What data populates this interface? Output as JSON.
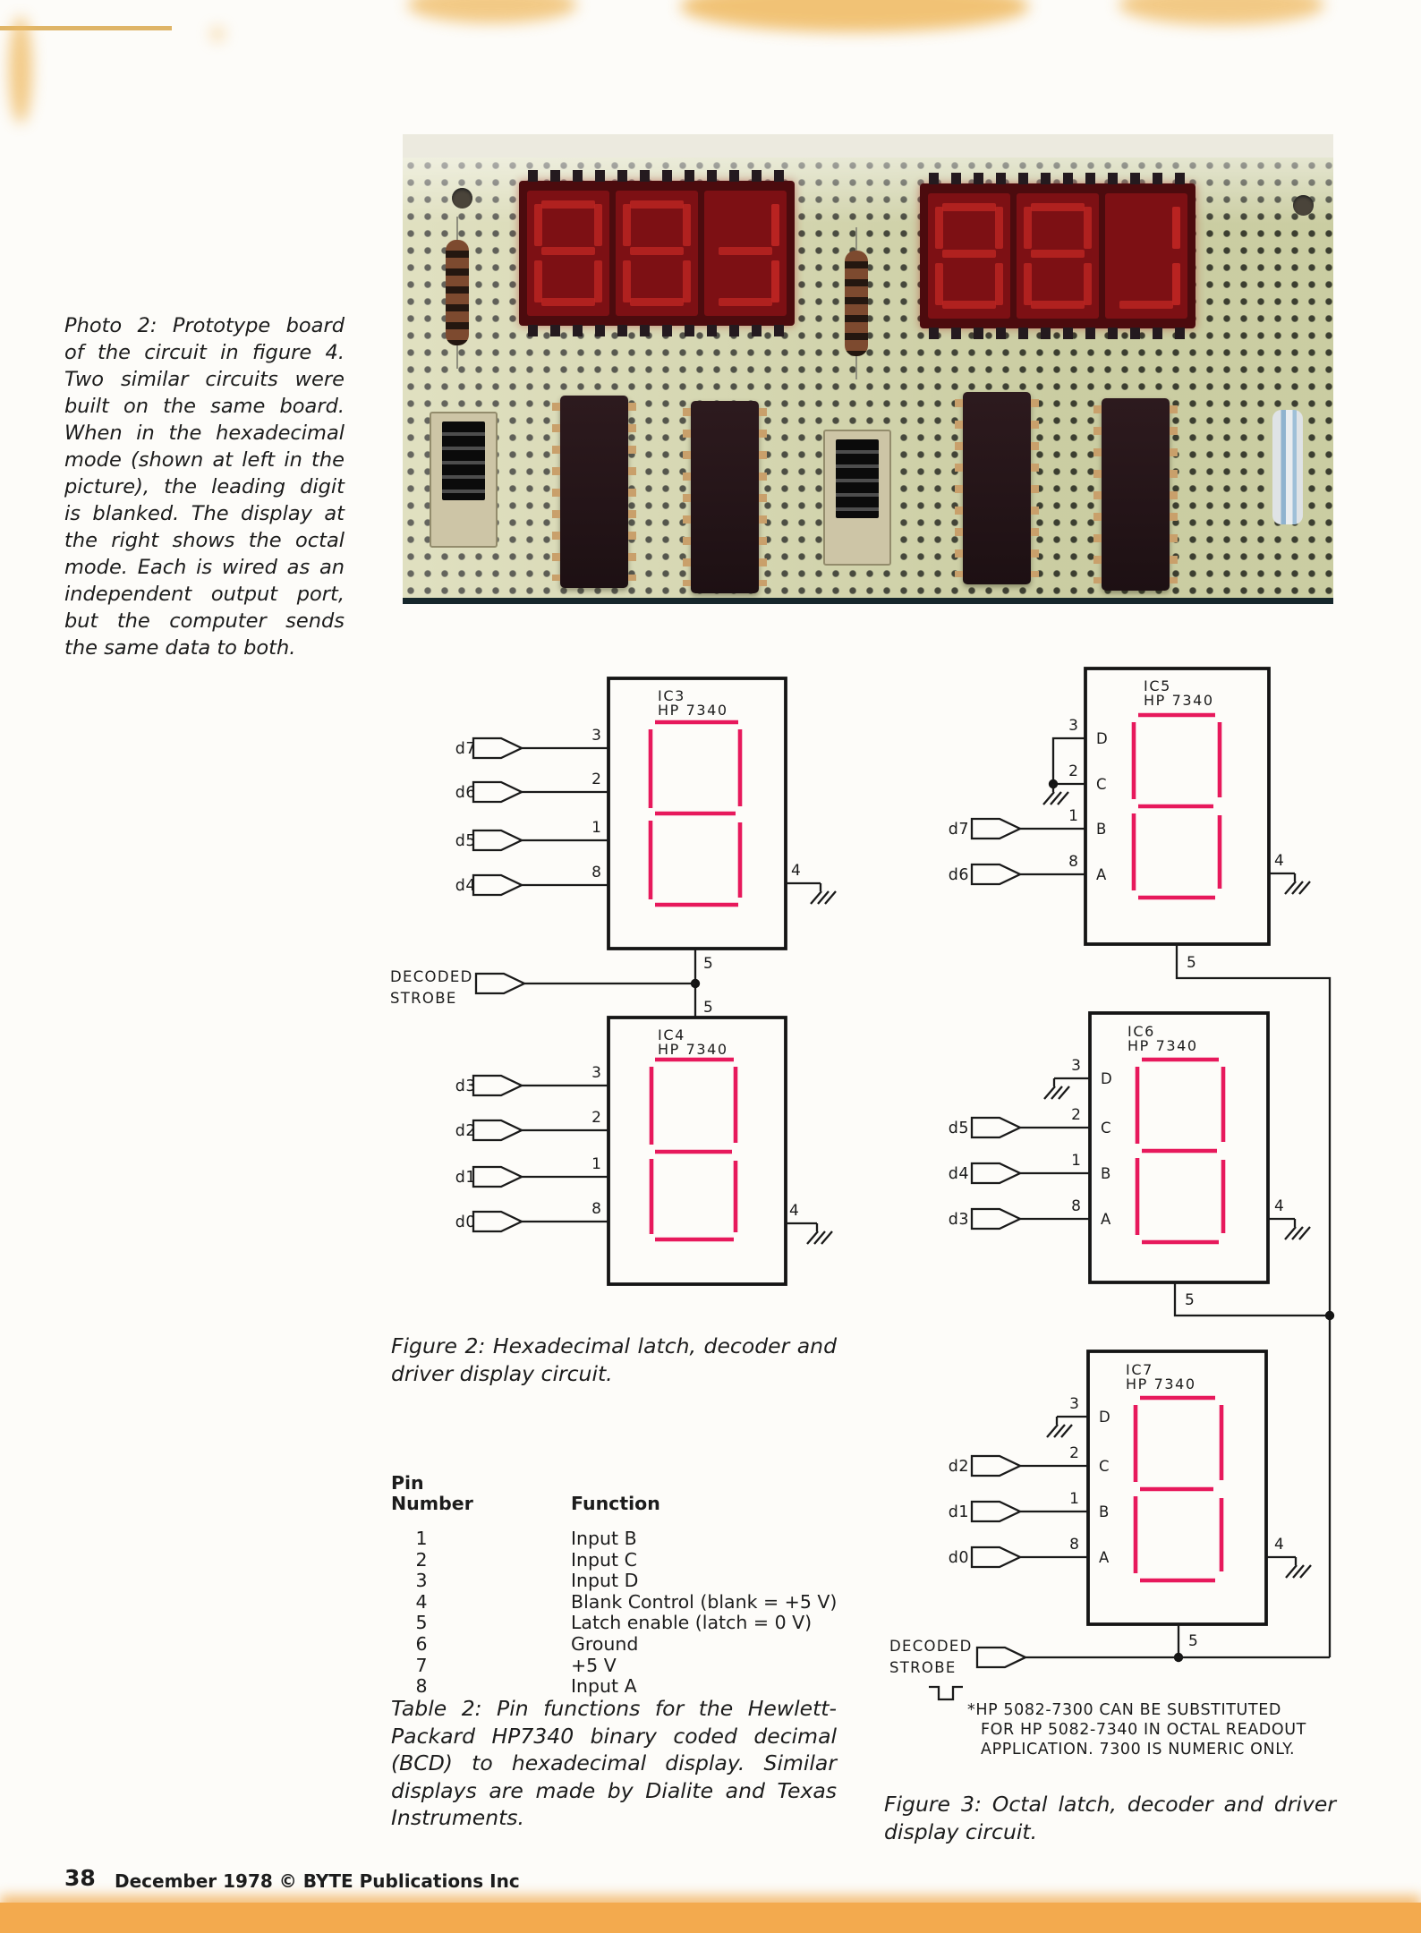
{
  "photo_caption": {
    "lines": [
      "Photo 2: Prototype board",
      "of the circuit in figure 4.",
      "Two similar circuits were",
      "built on the same board.",
      "When in the hexadecimal",
      "mode (shown at left in the",
      "picture), the leading digit",
      "is blanked. The display at",
      "the right shows the octal",
      "mode. Each is wired as an",
      "independent output port,",
      "but the computer sends",
      "the same data to both."
    ]
  },
  "figure2": {
    "caption_lines": [
      "Figure 2: Hexadecimal latch, decoder and",
      "driver display circuit."
    ],
    "strobe_line1": "DECODED",
    "strobe_line2": "STROBE",
    "ic3": {
      "name": "IC3",
      "part": "HP 7340",
      "p3": "3",
      "p2": "2",
      "p1": "1",
      "p8": "8",
      "p4": "4",
      "p5": "5",
      "in3": "d7",
      "in2": "d6",
      "in1": "d5",
      "in8": "d4"
    },
    "ic4": {
      "name": "IC4",
      "part": "HP 7340",
      "p3": "3",
      "p2": "2",
      "p1": "1",
      "p8": "8",
      "p4": "4",
      "p5": "5",
      "in3": "d3",
      "in2": "d2",
      "in1": "d1",
      "in8": "d0"
    }
  },
  "figure3": {
    "caption_lines": [
      "Figure 3: Octal latch, decoder and driver",
      "display circuit."
    ],
    "note_lines": [
      "*HP 5082-7300 CAN BE SUBSTITUTED",
      "FOR HP 5082-7340 IN OCTAL READOUT",
      "APPLICATION. 7300 IS NUMERIC ONLY."
    ],
    "strobe_line1": "DECODED",
    "strobe_line2": "STROBE",
    "ports": {
      "d": "D",
      "c": "C",
      "b": "B",
      "a": "A"
    },
    "ic5": {
      "name": "IC5",
      "part": "HP 7340",
      "p3": "3",
      "p2": "2",
      "p1": "1",
      "p8": "8",
      "p4": "4",
      "p5": "5",
      "in1": "d7",
      "in8": "d6"
    },
    "ic6": {
      "name": "IC6",
      "part": "HP 7340",
      "p3": "3",
      "p2": "2",
      "p1": "1",
      "p8": "8",
      "p4": "4",
      "p5": "5",
      "in2": "d5",
      "in1": "d4",
      "in8": "d3"
    },
    "ic7": {
      "name": "IC7",
      "part": "HP 7340",
      "p3": "3",
      "p2": "2",
      "p1": "1",
      "p8": "8",
      "p4": "4",
      "p5": "5",
      "in2": "d2",
      "in1": "d1",
      "in8": "d0"
    }
  },
  "table2": {
    "header_pin_line1": "Pin",
    "header_pin_line2": "Number",
    "header_function": "Function",
    "rows": [
      {
        "pin": "1",
        "function": "Input B"
      },
      {
        "pin": "2",
        "function": "Input C"
      },
      {
        "pin": "3",
        "function": "Input D"
      },
      {
        "pin": "4",
        "function": "Blank Control (blank = +5 V)"
      },
      {
        "pin": "5",
        "function": "Latch enable (latch = 0 V)"
      },
      {
        "pin": "6",
        "function": "Ground"
      },
      {
        "pin": "7",
        "function": "+5 V"
      },
      {
        "pin": "8",
        "function": "Input A"
      }
    ],
    "caption_lines": [
      "Table 2: Pin functions for the Hewlett-",
      "Packard HP7340 binary coded decimal",
      "(BCD) to hexadecimal display. Similar",
      "displays are made by Dialite and Texas",
      "Instruments."
    ]
  },
  "footer": {
    "page_number": "38",
    "text": "December 1978 © BYTE Publications Inc"
  }
}
